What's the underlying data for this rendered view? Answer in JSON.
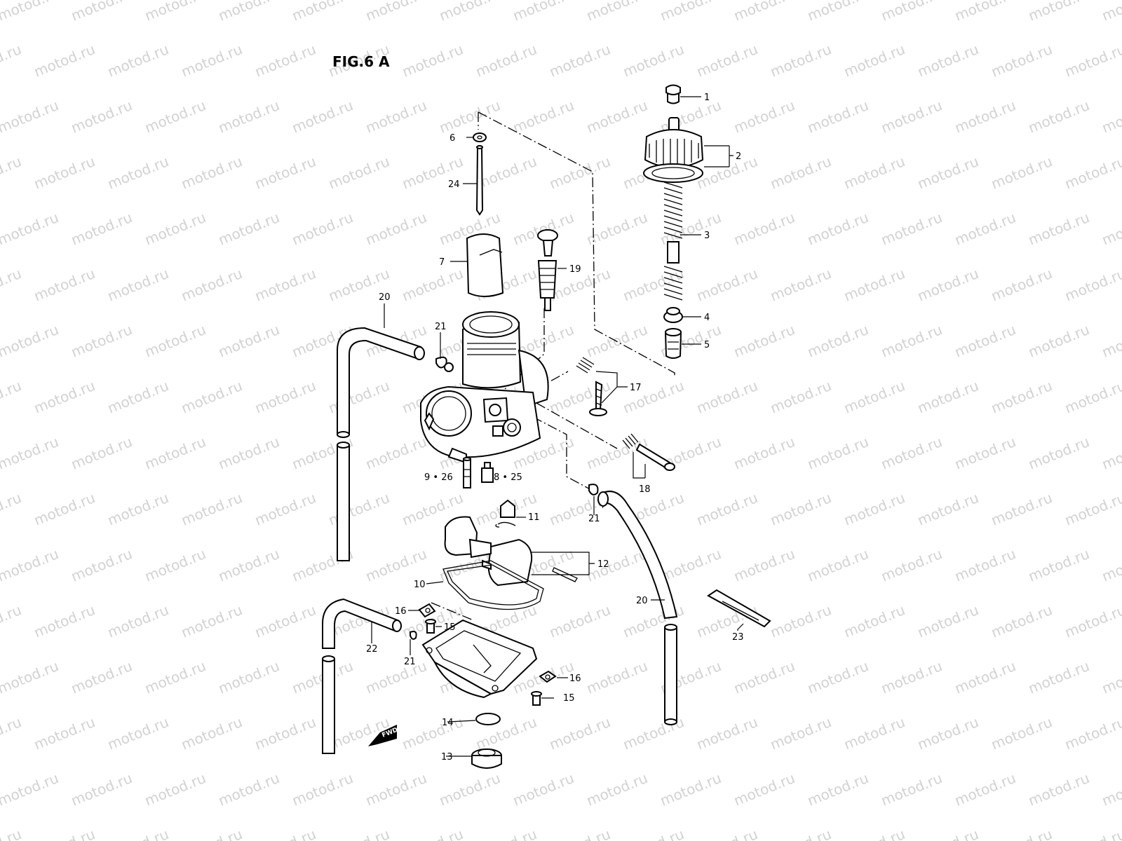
{
  "figure": {
    "title": "FIG.6 A"
  },
  "watermark": {
    "text": "motod.ru"
  },
  "fwd_badge": {
    "text": "FWD"
  },
  "callouts": {
    "c1": "1",
    "c2": "2",
    "c3": "3",
    "c4": "4",
    "c5": "5",
    "c6": "6",
    "c7": "7",
    "c24": "24",
    "c19": "19",
    "c20a": "20",
    "c21a": "21",
    "c17": "17",
    "c18": "18",
    "c9_26": "9 • 26",
    "c8_25": "8 • 25",
    "c21b": "21",
    "c11": "11",
    "c12": "12",
    "c10": "10",
    "c16a": "16",
    "c15a": "15",
    "c21c": "21",
    "c22": "22",
    "c16b": "16",
    "c15b": "15",
    "c14": "14",
    "c13": "13",
    "c20b": "20",
    "c23": "23"
  }
}
